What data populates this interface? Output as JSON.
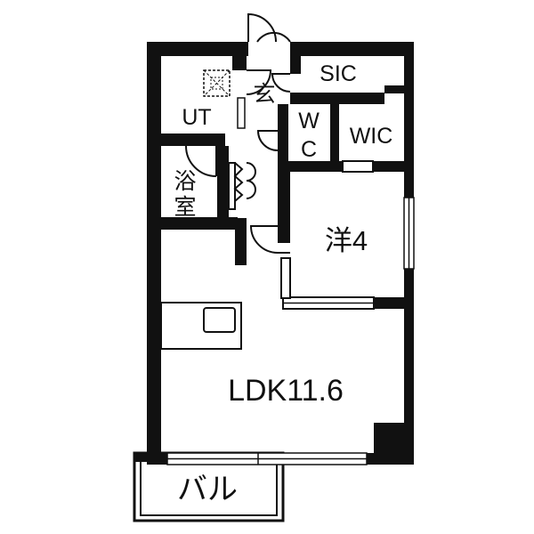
{
  "floor_plan": {
    "rooms": {
      "sic": "SIC",
      "entrance": "玄",
      "ut": "UT",
      "wc_top": "W",
      "wc_bottom": "C",
      "wic": "WIC",
      "bath_top": "浴",
      "bath_bottom": "室",
      "western_room": "洋4",
      "ldk": "LDK11.6",
      "balcony": "バル"
    },
    "colors": {
      "wall": "#111111",
      "background": "#ffffff"
    }
  }
}
